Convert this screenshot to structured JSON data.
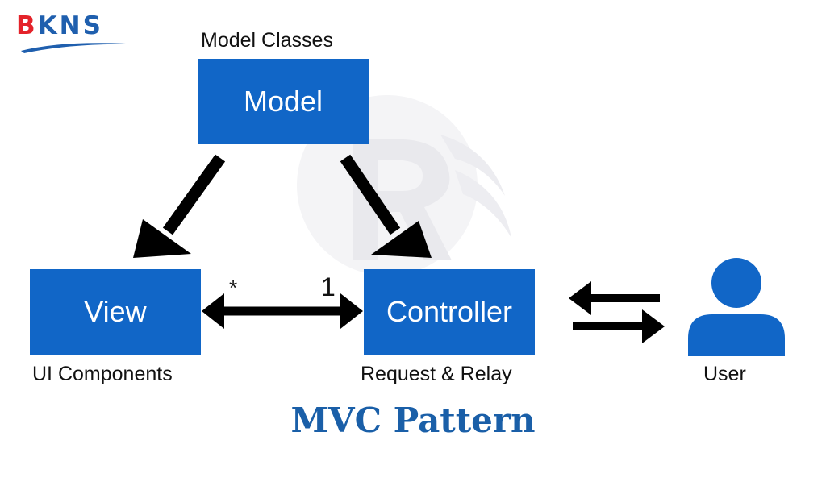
{
  "logo": {
    "text": "BKNS",
    "colors": {
      "b": "#e4232a",
      "kns": "#1f5fae",
      "swoosh": "#1f5fae"
    }
  },
  "diagram": {
    "model": {
      "label": "Model",
      "caption": "Model Classes"
    },
    "view": {
      "label": "View",
      "caption": "UI Components"
    },
    "controller": {
      "label": "Controller",
      "caption": "Request & Relay"
    },
    "user": {
      "caption": "User",
      "icon": "user-icon"
    },
    "multiplicity": {
      "view_end": "*",
      "controller_end": "1"
    },
    "title": "MVC Pattern"
  },
  "colors": {
    "box": "#1166c7",
    "user_icon": "#1166c7",
    "arrow": "#000000",
    "title": "#1a5fa8",
    "caption": "#111111"
  }
}
